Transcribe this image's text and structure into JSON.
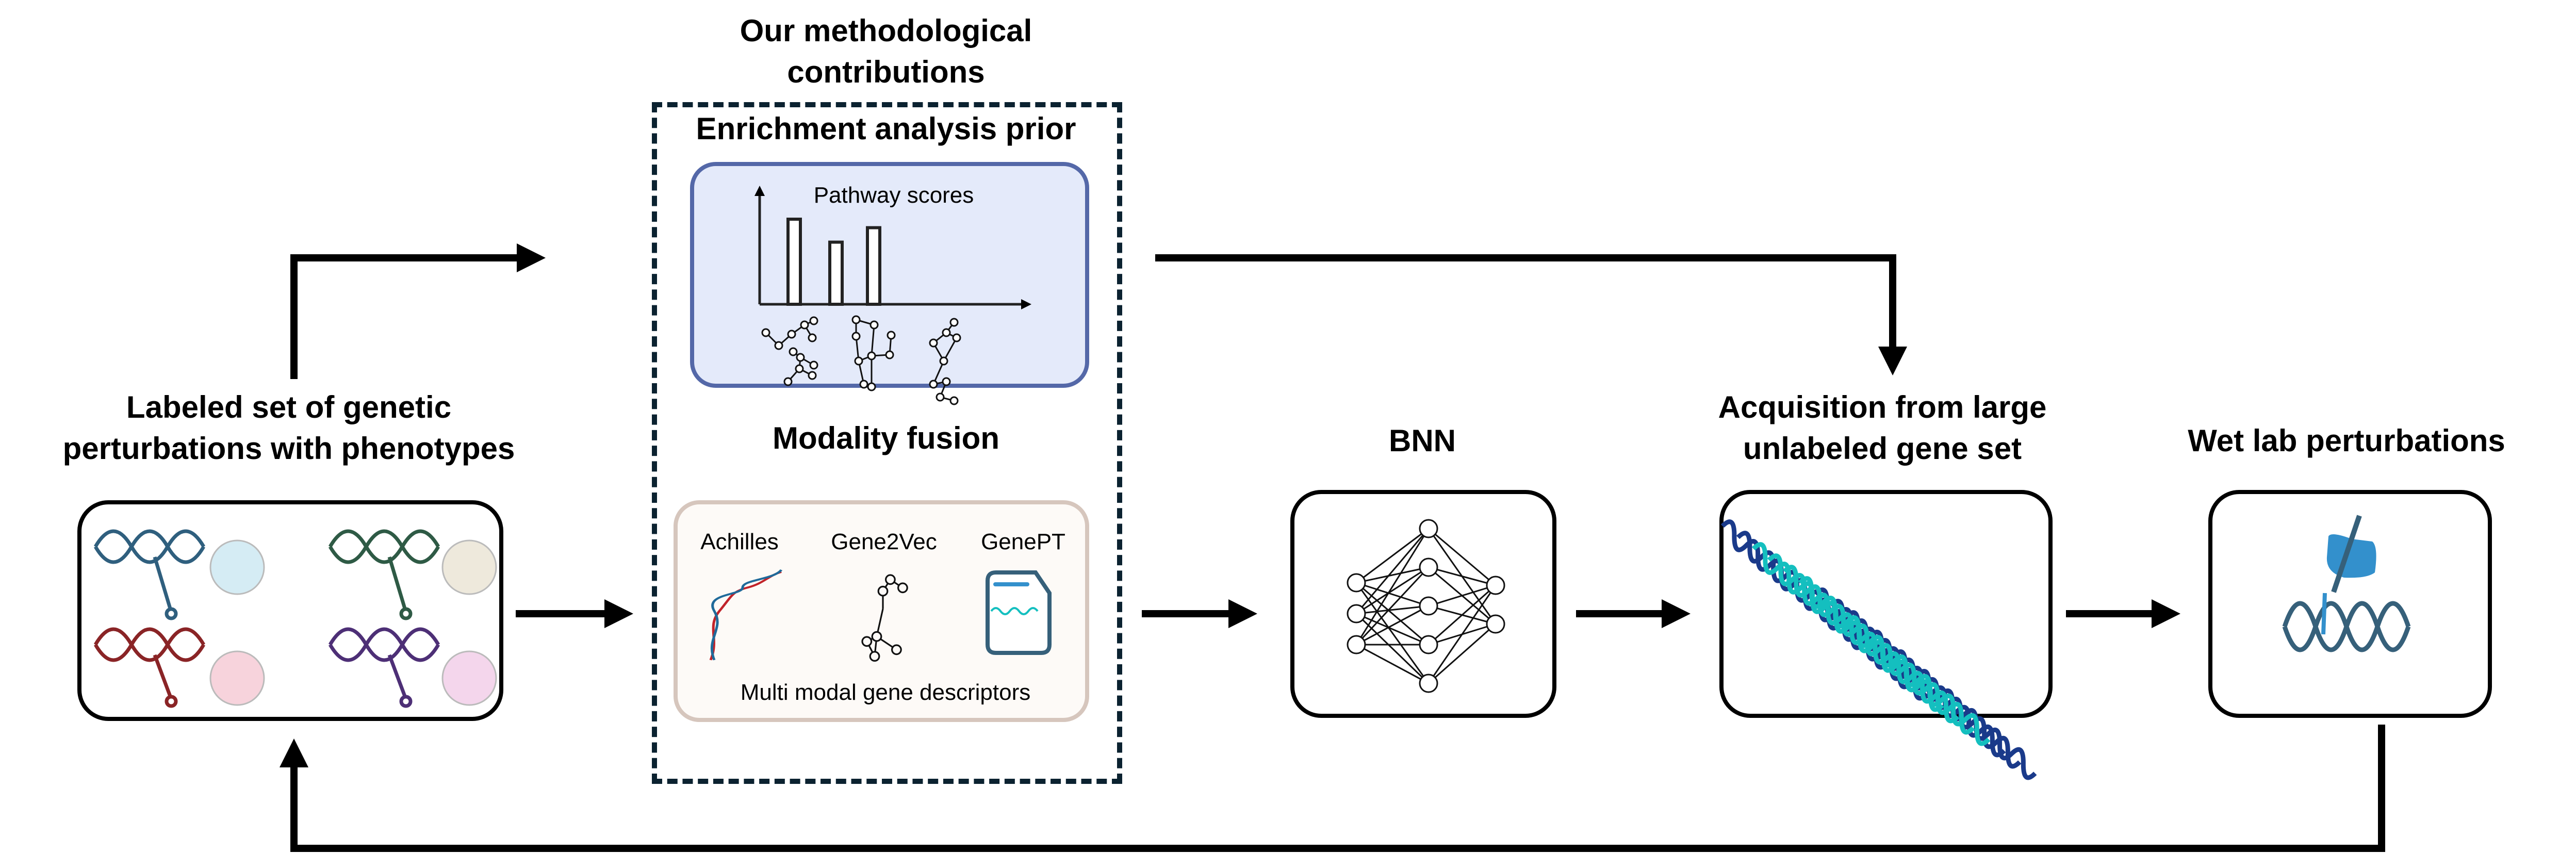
{
  "title": {
    "line1": "Our methodological",
    "line2": "contributions"
  },
  "enrichment": {
    "heading": "Enrichment analysis prior",
    "chart_title": "Pathway scores",
    "pathway_scores_relative": [
      1.0,
      0.73,
      0.9
    ]
  },
  "fusion": {
    "heading": "Modality fusion",
    "sources": [
      "Achilles",
      "Gene2Vec",
      "GenePT"
    ],
    "caption": "Multi modal gene descriptors"
  },
  "labeled_set": {
    "line1": "Labeled set of genetic",
    "line2": "perturbations with phenotypes"
  },
  "bnn": {
    "label": "BNN"
  },
  "acquisition": {
    "line1": "Acquisition from large",
    "line2": "unlabeled gene set"
  },
  "wetlab": {
    "label": "Wet lab perturbations"
  },
  "colors": {
    "dashed_border": "#0b2230",
    "enrichment_bg": "#e4eafa",
    "enrichment_border": "#5468a8",
    "fusion_bg": "#fdfaf7",
    "fusion_border": "#d6c6bd",
    "dna_dark": "#1a3a8a",
    "dna_teal": "#14bfbf",
    "hand_blue": "#3390cc",
    "slate": "#36607a"
  }
}
